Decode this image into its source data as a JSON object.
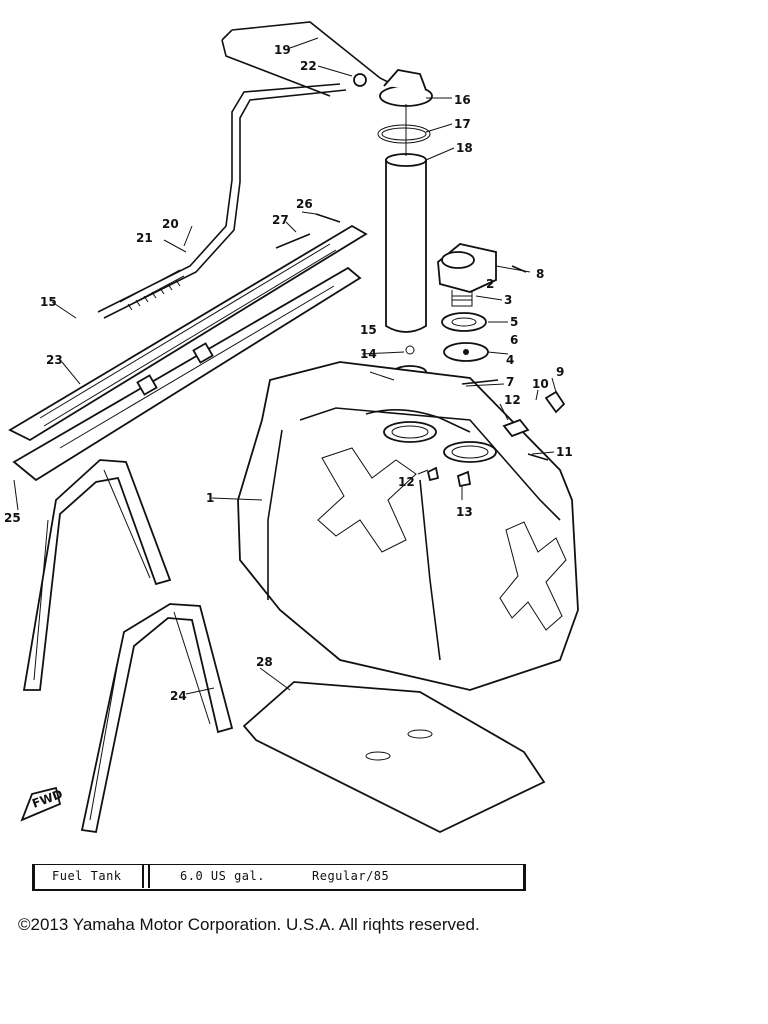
{
  "diagram": {
    "labels": [
      "1",
      "2",
      "3",
      "4",
      "5",
      "6",
      "7",
      "8",
      "9",
      "10",
      "11",
      "12",
      "12",
      "13",
      "14",
      "15",
      "15",
      "16",
      "17",
      "18",
      "19",
      "20",
      "21",
      "22",
      "23",
      "24",
      "25",
      "26",
      "27",
      "28"
    ]
  },
  "specs": {
    "part": "Fuel Tank",
    "capacity": "6.0  US  gal.",
    "fuel": "Regular/85"
  },
  "footer": {
    "copyright": "©2013 Yamaha Motor Corporation. U.S.A. All riqhts reserved."
  },
  "icons": {
    "fwd_arrow": "fwd-arrow-icon"
  }
}
